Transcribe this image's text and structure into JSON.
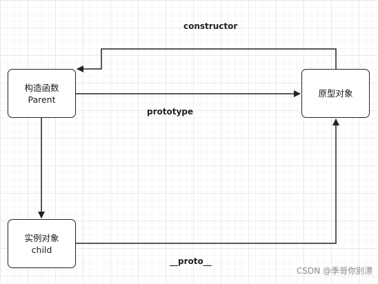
{
  "nodes": {
    "constructor": {
      "line1": "构造函数",
      "line2": "Parent"
    },
    "prototype_object": {
      "line1": "原型对象"
    },
    "instance": {
      "line1": "实例对象",
      "line2": "child"
    }
  },
  "edges": {
    "constructor_label": "constructor",
    "prototype_label": "prototype",
    "proto_label": "__proto__"
  },
  "watermark": "CSDN @季哥你别漂",
  "colors": {
    "stroke": "#222222",
    "watermark": "#8a8a8a"
  }
}
